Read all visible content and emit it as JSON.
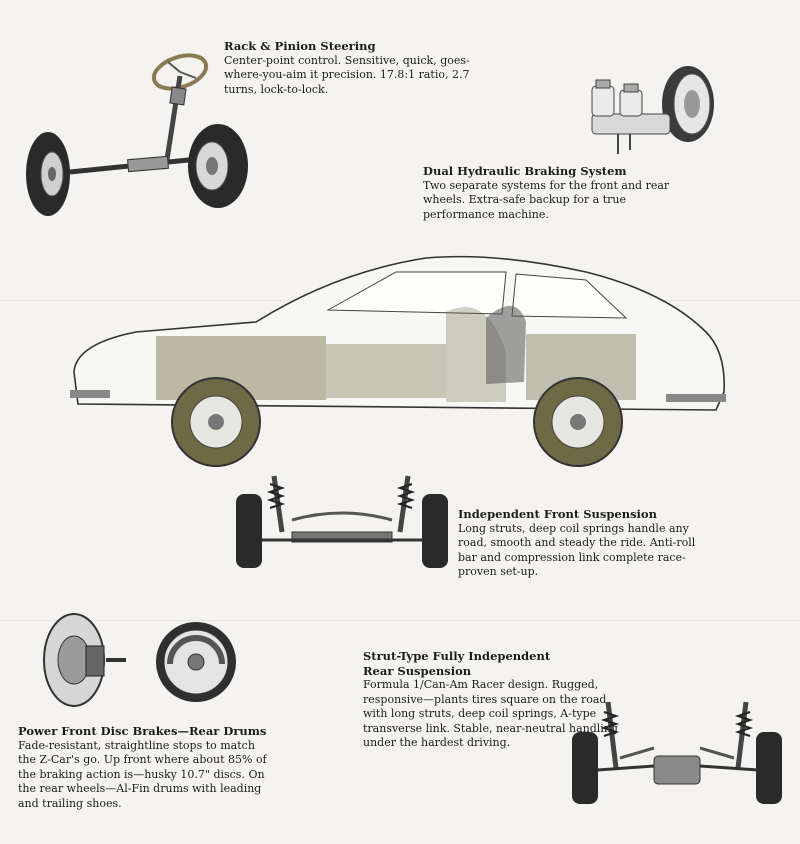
{
  "features": {
    "steering": {
      "title": "Rack & Pinion Steering",
      "body": "Center-point control. Sensitive, quick, goes-where-you-aim it precision. 17.8:1 ratio, 2.7 turns, lock-to-lock."
    },
    "braking": {
      "title": "Dual Hydraulic Braking System",
      "body": "Two separate systems for the front and rear wheels. Extra-safe backup for a true performance machine."
    },
    "front_suspension": {
      "title": "Independent Front Suspension",
      "body": "Long struts, deep coil springs handle any road, smooth and steady the ride. Anti-roll bar and compression link complete race-proven set-up."
    },
    "rear_suspension": {
      "title_line1": "Strut-Type Fully Independent",
      "title_line2": "Rear Suspension",
      "body": "Formula 1/Can-Am Racer design. Rugged, responsive—plants tires square on the road with long struts, deep coil springs, A-type transverse link. Stable, near-neutral handling under the hardest driving."
    },
    "disc_brakes": {
      "title": "Power Front Disc Brakes—Rear Drums",
      "body": "Fade-resistant, straightline stops to match the Z-Car's go. Up front where about 85% of the braking action is—husky 10.7\" discs. On the rear wheels—Al-Fin drums with leading and trailing shoes."
    }
  },
  "colors": {
    "ink": "#1c1c1c",
    "paper": "#f4f3ef",
    "olive": "#6f6a45",
    "tire": "#2a2a2a"
  }
}
